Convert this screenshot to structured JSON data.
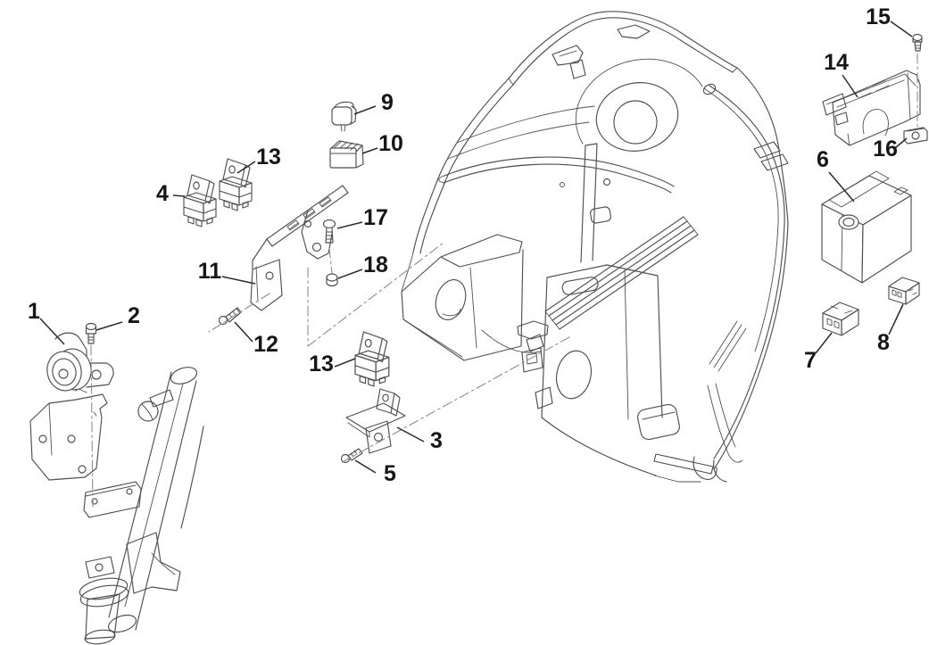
{
  "page": {
    "background": "#ffffff"
  },
  "diagram": {
    "kind": "exploded-parts-diagram",
    "line_color": "#4f4f4f",
    "callout_color": "#161616",
    "leader_color": "#2b2b2b",
    "construction_line_color": "#8d8d8d",
    "callouts": [
      {
        "label": "1",
        "part": "horn",
        "text": [
          38,
          357
        ],
        "leader": [
          [
            45,
            357
          ],
          [
            72,
            386
          ]
        ]
      },
      {
        "label": "2",
        "part": "bolt",
        "text": [
          150,
          362
        ],
        "leader": [
          [
            137,
            361
          ],
          [
            108,
            370
          ]
        ]
      },
      {
        "label": "3",
        "part": "bracket",
        "text": [
          489,
          502
        ],
        "leader": [
          [
            475,
            495
          ],
          [
            445,
            479
          ]
        ]
      },
      {
        "label": "4",
        "part": "relay",
        "text": [
          182,
          225
        ],
        "leader": [
          [
            194,
            219
          ],
          [
            207,
            220
          ]
        ]
      },
      {
        "label": "5",
        "part": "screw",
        "text": [
          437,
          539
        ],
        "leader": [
          [
            421,
            530
          ],
          [
            398,
            516
          ]
        ]
      },
      {
        "label": "6",
        "part": "battery",
        "text": [
          922,
          187
        ],
        "leader": [
          [
            929,
            193
          ],
          [
            957,
            226
          ]
        ]
      },
      {
        "label": "7",
        "part": "fuse",
        "text": [
          908,
          412
        ],
        "leader": [
          [
            914,
            396
          ],
          [
            932,
            373
          ]
        ]
      },
      {
        "label": "8",
        "part": "fuse",
        "text": [
          990,
          392
        ],
        "leader": [
          [
            996,
            375
          ],
          [
            1012,
            341
          ]
        ]
      },
      {
        "label": "9",
        "part": "relay",
        "text": [
          434,
          123
        ],
        "leader": [
          [
            421,
            119
          ],
          [
            397,
            128
          ]
        ]
      },
      {
        "label": "10",
        "part": "voltage-regulator",
        "text": [
          438,
          169
        ],
        "leader": [
          [
            423,
            166
          ],
          [
            406,
            172
          ]
        ]
      },
      {
        "label": "11",
        "part": "bracket",
        "text": [
          235,
          312
        ],
        "leader": [
          [
            249,
            310
          ],
          [
            286,
            318
          ]
        ]
      },
      {
        "label": "12",
        "part": "screw",
        "text": [
          298,
          394
        ],
        "leader": [
          [
            283,
            383
          ],
          [
            263,
            361
          ]
        ]
      },
      {
        "label": "13",
        "part": "relay",
        "text": [
          301,
          184
        ],
        "leader": [
          [
            286,
            181
          ],
          [
            266,
            194
          ]
        ]
      },
      {
        "label": "13",
        "part": "relay",
        "text": [
          360,
          416
        ],
        "leader": [
          [
            375,
            411
          ],
          [
            398,
            402
          ]
        ]
      },
      {
        "label": "14",
        "part": "battery-cover",
        "text": [
          937,
          78
        ],
        "leader": [
          [
            944,
            84
          ],
          [
            961,
            109
          ]
        ]
      },
      {
        "label": "15",
        "part": "screw",
        "text": [
          984,
          27
        ],
        "leader": [
          [
            998,
            24
          ],
          [
            1022,
            41
          ]
        ]
      },
      {
        "label": "16",
        "part": "clip-nut",
        "text": [
          992,
          175
        ],
        "leader": [
          [
            1003,
            166
          ],
          [
            1016,
            155
          ]
        ]
      },
      {
        "label": "17",
        "part": "screw",
        "text": [
          421,
          252
        ],
        "leader": [
          [
            406,
            249
          ],
          [
            378,
            256
          ]
        ]
      },
      {
        "label": "18",
        "part": "nut",
        "text": [
          421,
          305
        ],
        "leader": [
          [
            406,
            302
          ],
          [
            379,
            312
          ]
        ]
      }
    ]
  }
}
